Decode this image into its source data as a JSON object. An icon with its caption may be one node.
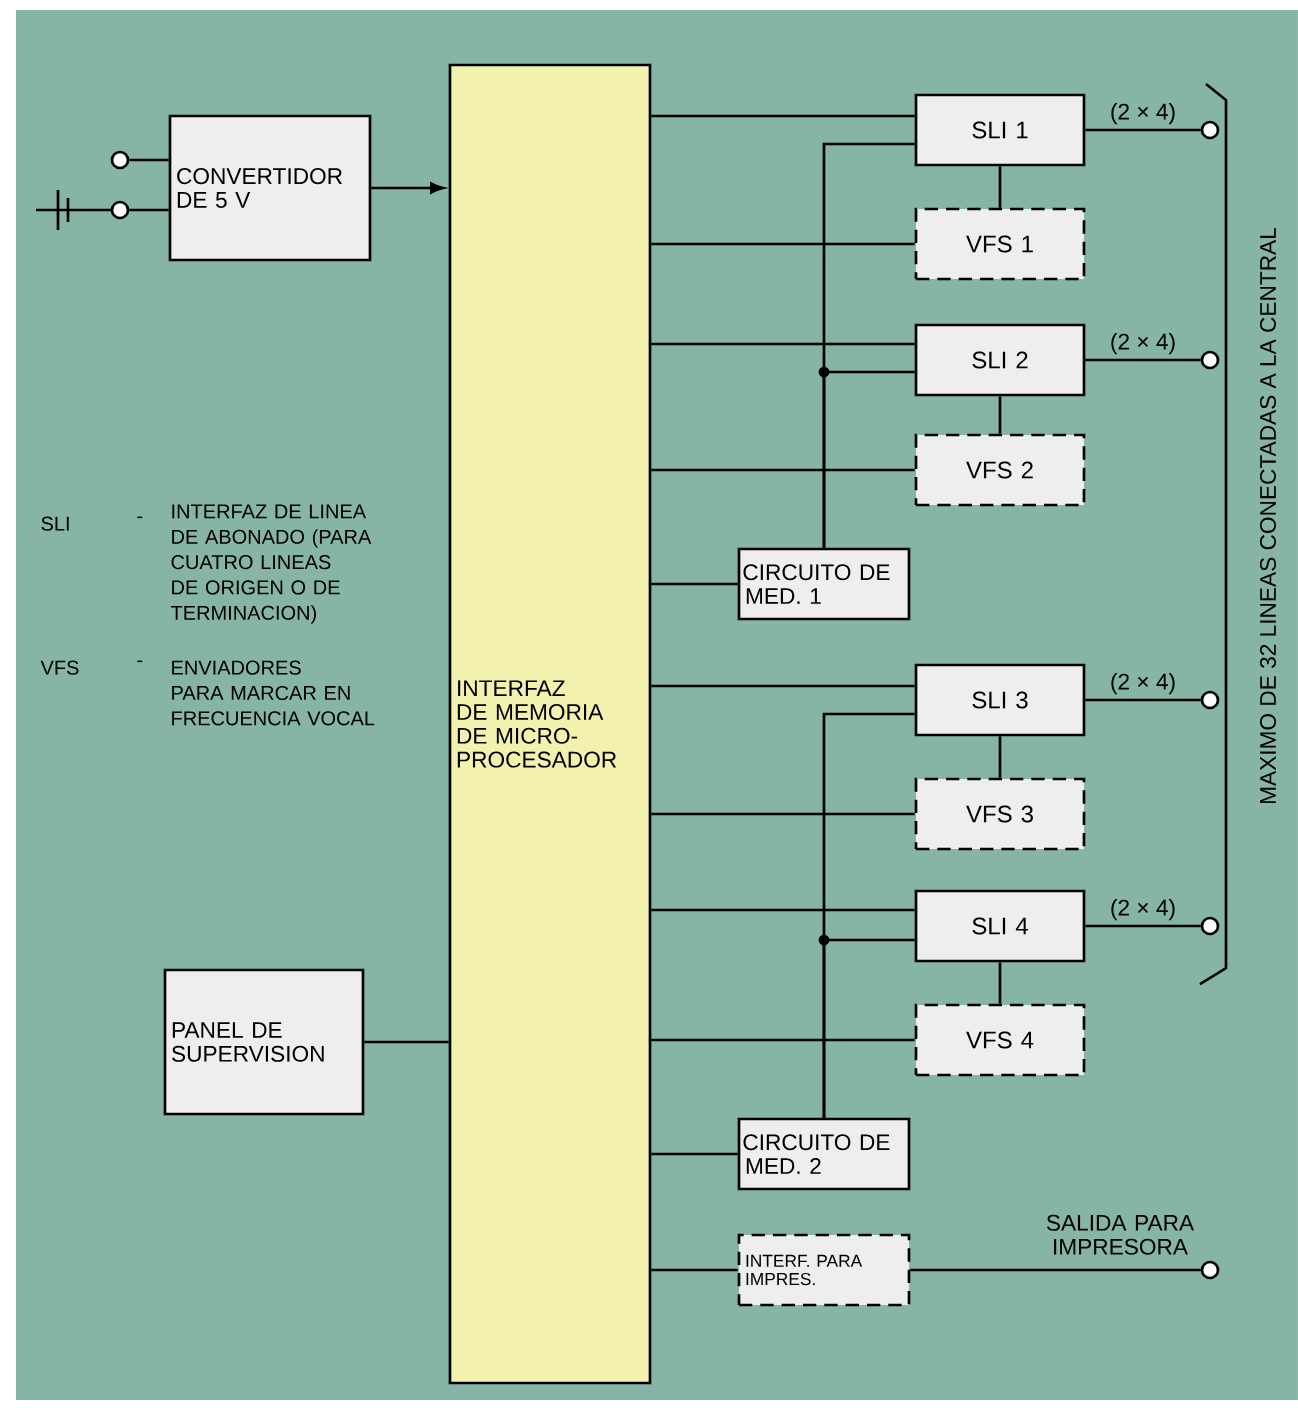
{
  "diagram": {
    "nodes": [
      {
        "text": [],
        "shape": "circle"
      },
      {
        "text": [],
        "shape": "circle"
      },
      {
        "text": [
          "CONVERTIDOR DE 5 V"
        ]
      },
      {
        "text": [
          "INTERFAZ DE MEMORIA DE MICRO-PROCESADOR"
        ]
      },
      {
        "text": [
          "SLI 1"
        ]
      },
      {
        "text": [
          "VFS 1"
        ]
      },
      {
        "text": [
          "SLI 2"
        ]
      },
      {
        "text": [
          "VFS 2"
        ]
      },
      {
        "text": [
          "CIRCUITO DE MED. 1"
        ]
      },
      {
        "text": [
          "SLI 3"
        ]
      },
      {
        "text": [
          "VFS 3"
        ]
      },
      {
        "text": [
          "SLI 4"
        ]
      },
      {
        "text": [
          "VFS 4"
        ]
      },
      {
        "text": [
          "CIRCUITO DE MED. 2"
        ]
      },
      {
        "text": [
          "INTERF. PARA IMPRES."
        ]
      },
      {
        "text": [
          "PANEL DE SUPERVISION"
        ]
      },
      {
        "text": [],
        "shape": "circle"
      },
      {
        "text": [],
        "shape": "circle"
      },
      {
        "text": [],
        "shape": "circle"
      },
      {
        "text": [],
        "shape": "circle"
      },
      {
        "text": [],
        "shape": "circle",
        "beside": [
          "SALIDA PARA IMPRESORA"
        ]
      }
    ],
    "edges": [
      {
        "from": 0,
        "to": 2,
        "arrow": "none"
      },
      {
        "from": 1,
        "to": 2,
        "arrow": "none"
      },
      {
        "from": 2,
        "to": 3,
        "arrow": "to"
      },
      {
        "from": 3,
        "to": 4,
        "arrow": "none"
      },
      {
        "from": 3,
        "to": 5,
        "arrow": "none"
      },
      {
        "from": 3,
        "to": 6,
        "arrow": "none"
      },
      {
        "from": 3,
        "to": 7,
        "arrow": "none"
      },
      {
        "from": 3,
        "to": 8,
        "arrow": "none"
      },
      {
        "from": 3,
        "to": 9,
        "arrow": "none"
      },
      {
        "from": 3,
        "to": 10,
        "arrow": "none"
      },
      {
        "from": 3,
        "to": 11,
        "arrow": "none"
      },
      {
        "from": 3,
        "to": 12,
        "arrow": "none"
      },
      {
        "from": 3,
        "to": 13,
        "arrow": "none"
      },
      {
        "from": 3,
        "to": 14,
        "arrow": "none"
      },
      {
        "from": 3,
        "to": 15,
        "arrow": "none"
      },
      {
        "from": 4,
        "to": 5,
        "arrow": "none"
      },
      {
        "from": 6,
        "to": 7,
        "arrow": "none"
      },
      {
        "from": 9,
        "to": 10,
        "arrow": "none"
      },
      {
        "from": 11,
        "to": 12,
        "arrow": "none"
      },
      {
        "from": 8,
        "to": 4,
        "arrow": "none"
      },
      {
        "from": 8,
        "to": 6,
        "arrow": "none"
      },
      {
        "from": 13,
        "to": 9,
        "arrow": "none"
      },
      {
        "from": 13,
        "to": 11,
        "arrow": "none"
      },
      {
        "from": 4,
        "to": 16,
        "arrow": "none",
        "label": "(2 × 4)"
      },
      {
        "from": 6,
        "to": 17,
        "arrow": "none",
        "label": "(2 × 4)"
      },
      {
        "from": 9,
        "to": 18,
        "arrow": "none",
        "label": "(2 × 4)"
      },
      {
        "from": 11,
        "to": 19,
        "arrow": "none",
        "label": "(2 × 4)"
      },
      {
        "from": 14,
        "to": 20,
        "arrow": "none"
      }
    ],
    "labels": [
      "SLI",
      "-",
      "INTERFAZ DE LINEA DE ABONADO (PARA CUATRO LINEAS DE ORIGEN O DE TERMINACION)",
      "VFS",
      "-",
      "ENVIADORES PARA MARCAR EN FRECUENCIA VOCAL",
      "MAXIMO DE 32 LINEAS CONECTADAS A LA CENTRAL"
    ]
  }
}
